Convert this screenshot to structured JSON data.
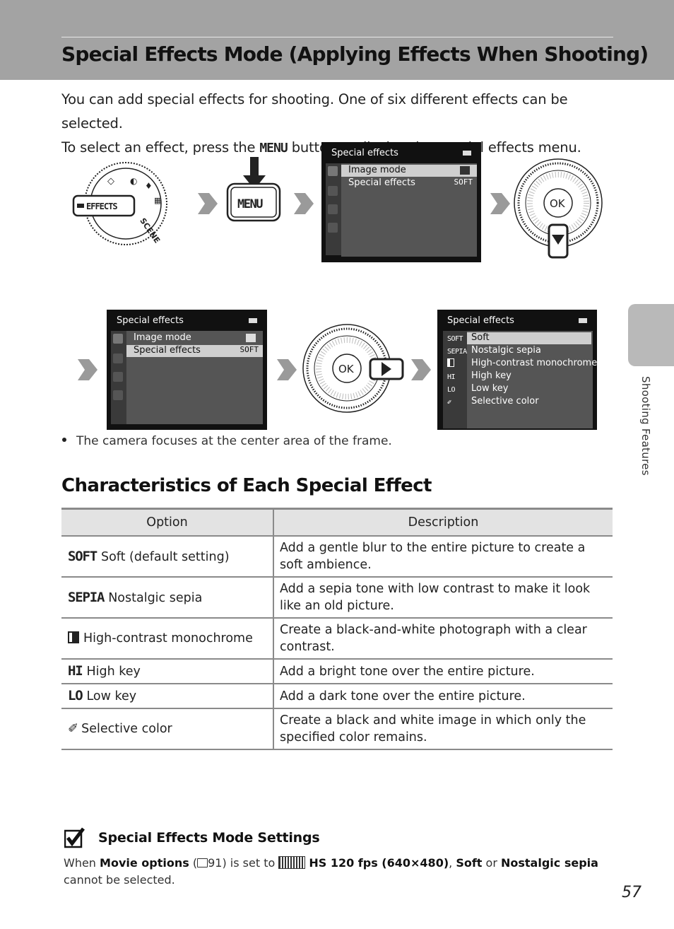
{
  "page_title": "Special Effects Mode (Applying Effects When Shooting)",
  "intro": {
    "line1": "You can add special effects for shooting. One of six different effects can be selected.",
    "line2_prefix": "To select an effect, press the ",
    "menu_glyph": "MENU",
    "line2_suffix": " button to display the special effects menu."
  },
  "side_label": "Shooting Features",
  "diagram": {
    "mode_dial_label": "EFFECTS",
    "mode_dial_scene": "SCENE",
    "menu_button_label": "MENU",
    "ok_label": "OK",
    "screen1": {
      "title": "Special effects",
      "rows": [
        {
          "label": "Image mode",
          "value": ""
        },
        {
          "label": "Special effects",
          "value": "SOFT"
        }
      ]
    },
    "screen2": {
      "title": "Special effects",
      "rows": [
        {
          "label": "Image mode",
          "value": ""
        },
        {
          "label": "Special effects",
          "value": "SOFT"
        }
      ]
    },
    "screen3": {
      "title": "Special effects",
      "rows": [
        {
          "code": "SOFT",
          "label": "Soft"
        },
        {
          "code": "SEPIA",
          "label": "Nostalgic sepia"
        },
        {
          "code": "",
          "label": "High-contrast monochrome"
        },
        {
          "code": "HI",
          "label": "High key"
        },
        {
          "code": "LO",
          "label": "Low key"
        },
        {
          "code": "",
          "label": "Selective color"
        }
      ]
    }
  },
  "bullet": "The camera focuses at the center area of the frame.",
  "section_heading": "Characteristics of Each Special Effect",
  "table": {
    "headers": [
      "Option",
      "Description"
    ],
    "rows": [
      {
        "code": "SOFT",
        "option": "Soft (default setting)",
        "description": "Add a gentle blur to the entire picture to create a soft ambience."
      },
      {
        "code": "SEPIA",
        "option": "Nostalgic sepia",
        "description": "Add a sepia tone with low contrast to make it look like an old picture."
      },
      {
        "code": "",
        "option": "High-contrast monochrome",
        "description": "Create a black-and-white photograph with a clear contrast."
      },
      {
        "code": "HI",
        "option": "High key",
        "description": "Add a bright tone over the entire picture."
      },
      {
        "code": "LO",
        "option": "Low key",
        "description": "Add a dark tone over the entire picture."
      },
      {
        "code": "",
        "option": "Selective color",
        "description": "Create a black and white image in which only the specified color remains."
      }
    ]
  },
  "note": {
    "title": "Special Effects Mode Settings",
    "t1": "When ",
    "b1": "Movie options",
    "t2": " (",
    "ref": "91",
    "t3": ") is set to ",
    "b2": "HS 120 fps (640×480)",
    "t4": ", ",
    "b3": "Soft",
    "t5": "  or ",
    "b4": "Nostalgic sepia",
    "t6": "cannot be selected."
  },
  "page_number": "57"
}
